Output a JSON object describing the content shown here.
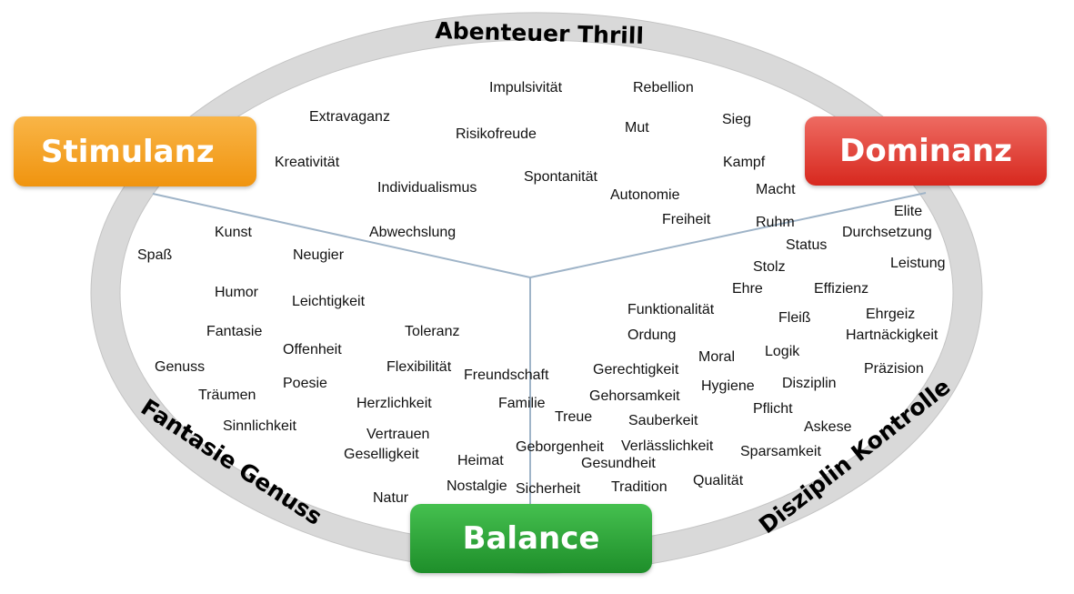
{
  "segments": {
    "stimulanz": "Stimulanz",
    "dominanz": "Dominanz",
    "balance": "Balance"
  },
  "ring_labels": {
    "top": "Abenteuer Thrill",
    "bottom_left": "Fantasie Genuss",
    "bottom_right": "Disziplin Kontrolle"
  },
  "colors": {
    "stimulanz": "#f39a1e",
    "dominanz": "#de3b30",
    "balance": "#2ea33a",
    "ring": "#d9d9d9",
    "divider": "#9fb4c8"
  },
  "words": [
    "Impulsivität",
    "Rebellion",
    "Extravaganz",
    "Mut",
    "Sieg",
    "Risikofreude",
    "Kreativität",
    "Kampf",
    "Spontanität",
    "Individualismus",
    "Macht",
    "Autonomie",
    "Freiheit",
    "Ruhm",
    "Elite",
    "Kunst",
    "Abwechslung",
    "Durchsetzung",
    "Spaß",
    "Neugier",
    "Status",
    "Leistung",
    "Stolz",
    "Humor",
    "Ehre",
    "Effizienz",
    "Leichtigkeit",
    "Funktionalität",
    "Ehrgeiz",
    "Fleiß",
    "Fantasie",
    "Toleranz",
    "Ordung",
    "Hartnäckigkeit",
    "Offenheit",
    "Logik",
    "Moral",
    "Genuss",
    "Flexibilität",
    "Gerechtigkeit",
    "Präzision",
    "Freundschaft",
    "Poesie",
    "Hygiene",
    "Disziplin",
    "Träumen",
    "Gehorsamkeit",
    "Herzlichkeit",
    "Familie",
    "Pflicht",
    "Treue",
    "Sauberkeit",
    "Sinnlichkeit",
    "Askese",
    "Vertrauen",
    "Geborgenheit",
    "Verlässlichkeit",
    "Geselligkeit",
    "Sparsamkeit",
    "Heimat",
    "Gesundheit",
    "Qualität",
    "Nostalgie",
    "Tradition",
    "Sicherheit",
    "Natur"
  ]
}
